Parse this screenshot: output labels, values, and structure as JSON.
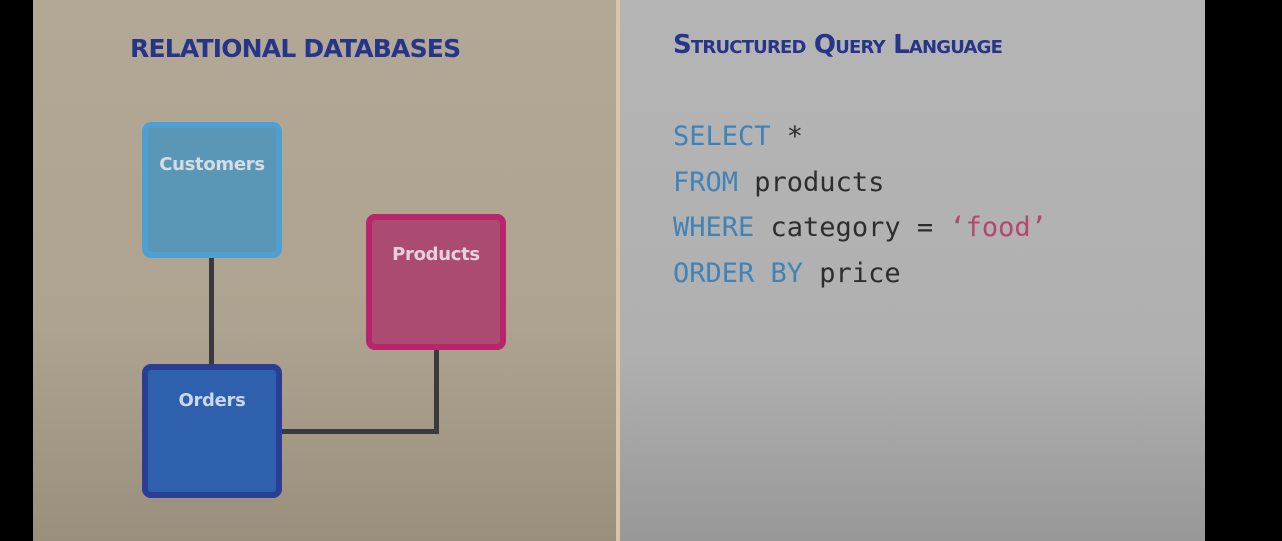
{
  "colors": {
    "heading": "#263589",
    "keyword": "#3f83b8",
    "identifier": "#2d2d2d",
    "string": "#b44670",
    "customers_fill": "#5a97b7",
    "products_fill": "#ab4b72",
    "orders_fill": "#2e60ad"
  },
  "left": {
    "title": "RELATIONAL DATABASES",
    "tables": {
      "customers": "Customers",
      "products": "Products",
      "orders": "Orders"
    }
  },
  "right": {
    "title": "Structured Query Language",
    "code": [
      [
        {
          "t": "SELECT",
          "k": "kw"
        },
        {
          "t": " *",
          "k": "ident"
        }
      ],
      [
        {
          "t": "FROM",
          "k": "kw"
        },
        {
          "t": " products",
          "k": "ident"
        }
      ],
      [
        {
          "t": "WHERE",
          "k": "kw"
        },
        {
          "t": " category = ",
          "k": "ident"
        },
        {
          "t": "‘food’",
          "k": "str"
        }
      ],
      [
        {
          "t": "ORDER BY",
          "k": "kw"
        },
        {
          "t": " price",
          "k": "ident"
        }
      ]
    ]
  }
}
